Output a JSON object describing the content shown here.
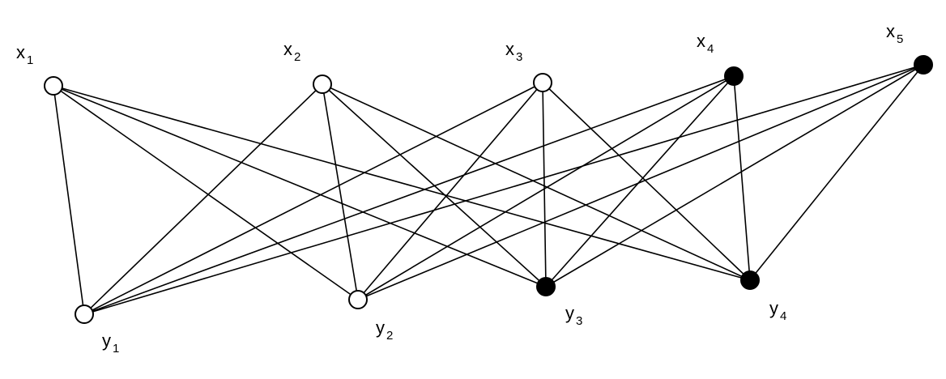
{
  "graph": {
    "colors": {
      "line": "#000000",
      "filled": "#000000",
      "open": "#ffffff"
    },
    "nodes": [
      {
        "id": "x1",
        "letter": "x",
        "index": "1",
        "filled": false
      },
      {
        "id": "x2",
        "letter": "x",
        "index": "2",
        "filled": false
      },
      {
        "id": "x3",
        "letter": "x",
        "index": "3",
        "filled": false
      },
      {
        "id": "x4",
        "letter": "x",
        "index": "4",
        "filled": true
      },
      {
        "id": "x5",
        "letter": "x",
        "index": "5",
        "filled": true
      },
      {
        "id": "y1",
        "letter": "y",
        "index": "1",
        "filled": false
      },
      {
        "id": "y2",
        "letter": "y",
        "index": "2",
        "filled": false
      },
      {
        "id": "y3",
        "letter": "y",
        "index": "3",
        "filled": true
      },
      {
        "id": "y4",
        "letter": "y",
        "index": "4",
        "filled": true
      }
    ],
    "edges": [
      [
        "x1",
        "y1"
      ],
      [
        "x1",
        "y2"
      ],
      [
        "x1",
        "y3"
      ],
      [
        "x1",
        "y4"
      ],
      [
        "x2",
        "y1"
      ],
      [
        "x2",
        "y2"
      ],
      [
        "x2",
        "y3"
      ],
      [
        "x2",
        "y4"
      ],
      [
        "x3",
        "y1"
      ],
      [
        "x3",
        "y2"
      ],
      [
        "x3",
        "y3"
      ],
      [
        "x3",
        "y4"
      ],
      [
        "x4",
        "y1"
      ],
      [
        "x4",
        "y2"
      ],
      [
        "x4",
        "y3"
      ],
      [
        "x4",
        "y4"
      ],
      [
        "x5",
        "y1"
      ],
      [
        "x5",
        "y2"
      ],
      [
        "x5",
        "y3"
      ],
      [
        "x5",
        "y4"
      ]
    ]
  }
}
